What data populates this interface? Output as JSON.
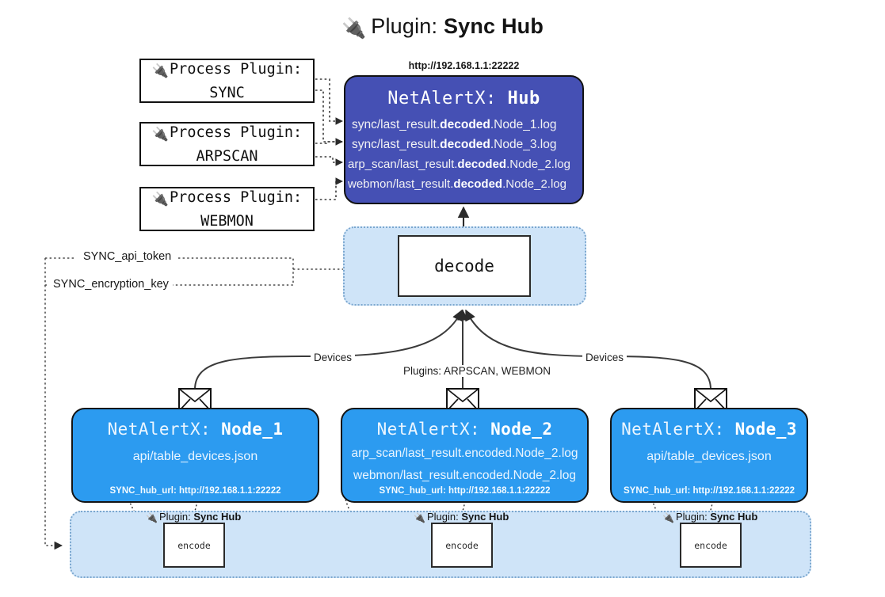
{
  "page": {
    "title_prefix": "Plugin:",
    "title_name": "Sync Hub",
    "plug_icon": "🔌"
  },
  "process_plugins": [
    {
      "line1": "Process Plugin:",
      "line2": "SYNC",
      "icon": "plug-icon"
    },
    {
      "line1": "Process Plugin:",
      "line2": "ARPSCAN",
      "icon": "plug-icon"
    },
    {
      "line1": "Process Plugin:",
      "line2": "WEBMON",
      "icon": "plug-icon"
    }
  ],
  "hub": {
    "url": "http://192.168.1.1:22222",
    "title_prefix": "NetAlertX:",
    "title_name": "Hub",
    "logs": [
      {
        "pre": "sync/last_result.",
        "mid": "decoded",
        "post": ".Node_1.log"
      },
      {
        "pre": "sync/last_result.",
        "mid": "decoded",
        "post": ".Node_3.log"
      },
      {
        "pre": "arp_scan/last_result.",
        "mid": "decoded",
        "post": ".Node_2.log"
      },
      {
        "pre": "webmon/last_result.",
        "mid": "decoded",
        "post": ".Node_2.log"
      }
    ]
  },
  "decode": {
    "label": "decode"
  },
  "secrets": [
    {
      "label": "SYNC_api_token"
    },
    {
      "label": "SYNC_encryption_key"
    }
  ],
  "edge_labels": {
    "devices_left": "Devices",
    "devices_right": "Devices",
    "plugins_middle": "Plugins: ARPSCAN, WEBMON"
  },
  "nodes": [
    {
      "title_prefix": "NetAlertX:",
      "title_name": "Node_1",
      "lines": [
        "api/table_devices.json"
      ],
      "footer": "SYNC_hub_url: http://192.168.1.1:22222",
      "mail_icon": "envelope-icon"
    },
    {
      "title_prefix": "NetAlertX:",
      "title_name": "Node_2",
      "lines": [
        "arp_scan/last_result.encoded.Node_2.log",
        "webmon/last_result.encoded.Node_2.log"
      ],
      "footer": "SYNC_hub_url: http://192.168.1.1:22222",
      "mail_icon": "envelope-icon"
    },
    {
      "title_prefix": "NetAlertX:",
      "title_name": "Node_3",
      "lines": [
        "api/table_devices.json"
      ],
      "footer": "SYNC_hub_url: http://192.168.1.1:22222",
      "mail_icon": "envelope-icon"
    }
  ],
  "encoders": [
    {
      "plugin_prefix": "Plugin:",
      "plugin_name": "Sync Hub",
      "box_label": "encode"
    },
    {
      "plugin_prefix": "Plugin:",
      "plugin_name": "Sync Hub",
      "box_label": "encode"
    },
    {
      "plugin_prefix": "Plugin:",
      "plugin_name": "Sync Hub",
      "box_label": "encode"
    }
  ],
  "colors": {
    "hub_fill": "#4550b4",
    "node_fill": "#2c9bf0",
    "container_fill": "#cfe4f8",
    "container_border": "#7ba7cf",
    "stroke": "#141414"
  }
}
